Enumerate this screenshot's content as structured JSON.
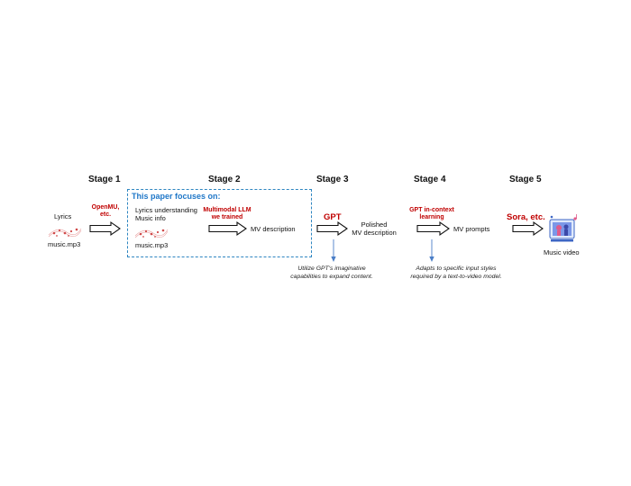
{
  "stages": [
    "Stage 1",
    "Stage 2",
    "Stage 3",
    "Stage 4",
    "Stage 5"
  ],
  "inputs": {
    "lyrics": "Lyrics",
    "music_file": "music.mp3"
  },
  "stage1": {
    "model": "OpenMU,\netc."
  },
  "stage2": {
    "focus_title": "This paper focuses on:",
    "lyrics_understanding": "Lyrics understanding",
    "music_info": "Music info",
    "music_file": "music.mp3",
    "model": "Multimodal LLM\nwe trained",
    "output": "MV description"
  },
  "stage3": {
    "model": "GPT",
    "output": "Polished\nMV description",
    "note": "Utilize GPT's imaginative\ncapabilities to expand content."
  },
  "stage4": {
    "model": "GPT in-context\nlearning",
    "output": "MV prompts",
    "note": "Adapts to specific input styles\nrequired by a text-to-video model."
  },
  "stage5": {
    "model": "Sora, etc.",
    "output": "Music video"
  },
  "colors": {
    "accent_red": "#c00000",
    "focus_blue": "#2e86c1",
    "note_arrow": "#4a7ec7"
  },
  "icons": [
    "music-notes-icon",
    "music-video-icon",
    "arrow-right-icon"
  ]
}
